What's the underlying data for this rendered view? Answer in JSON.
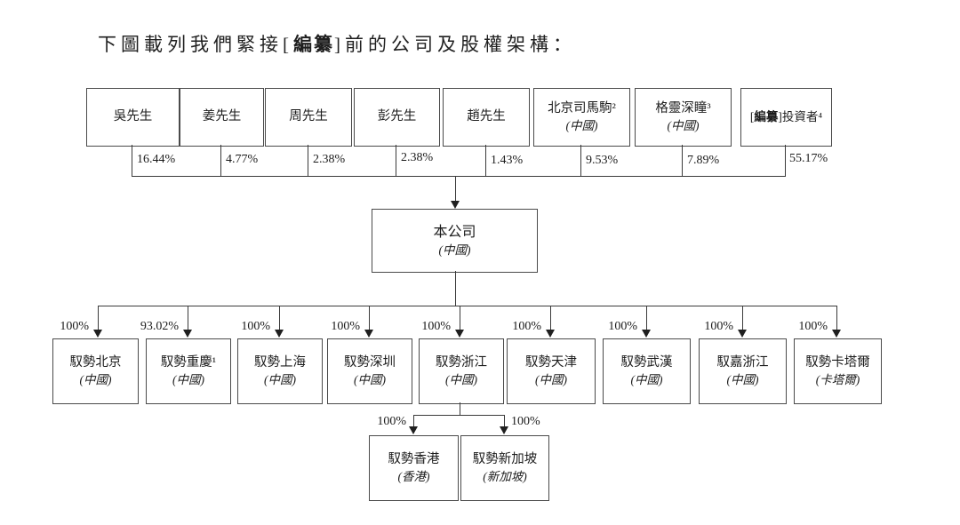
{
  "title": {
    "pre": "下圖載列我們緊接[",
    "bold": "編纂",
    "post": "]前的公司及股權架構："
  },
  "shareholders": [
    {
      "name": "吳先生",
      "country": "",
      "pct": "16.44%"
    },
    {
      "name": "姜先生",
      "country": "",
      "pct": "4.77%"
    },
    {
      "name": "周先生",
      "country": "",
      "pct": "2.38%"
    },
    {
      "name": "彭先生",
      "country": "",
      "pct": "2.38%"
    },
    {
      "name": "趙先生",
      "country": "",
      "pct": "1.43%"
    },
    {
      "name": "北京司馬駒²",
      "country": "(中國)",
      "pct": "9.53%"
    },
    {
      "name": "格靈深瞳³",
      "country": "(中國)",
      "pct": "7.89%"
    },
    {
      "name_pre": "[",
      "name_bold": "編纂",
      "name_post": "]投資者⁴",
      "country": "",
      "pct": "55.17%"
    }
  ],
  "company": {
    "name": "本公司",
    "country": "(中國)"
  },
  "subsidiaries": [
    {
      "name": "馭勢北京",
      "country": "(中國)",
      "pct": "100%"
    },
    {
      "name": "馭勢重慶¹",
      "country": "(中國)",
      "pct": "93.02%"
    },
    {
      "name": "馭勢上海",
      "country": "(中國)",
      "pct": "100%"
    },
    {
      "name": "馭勢深圳",
      "country": "(中國)",
      "pct": "100%"
    },
    {
      "name": "馭勢浙江",
      "country": "(中國)",
      "pct": "100%"
    },
    {
      "name": "馭勢天津",
      "country": "(中國)",
      "pct": "100%"
    },
    {
      "name": "馭勢武漢",
      "country": "(中國)",
      "pct": "100%"
    },
    {
      "name": "馭嘉浙江",
      "country": "(中國)",
      "pct": "100%"
    },
    {
      "name": "馭勢卡塔爾",
      "country": "(卡塔爾)",
      "pct": "100%"
    }
  ],
  "sub_subsidiaries": [
    {
      "name": "馭勢香港",
      "country": "(香港)",
      "pct": "100%"
    },
    {
      "name": "馭勢新加坡",
      "country": "(新加坡)",
      "pct": "100%"
    }
  ]
}
